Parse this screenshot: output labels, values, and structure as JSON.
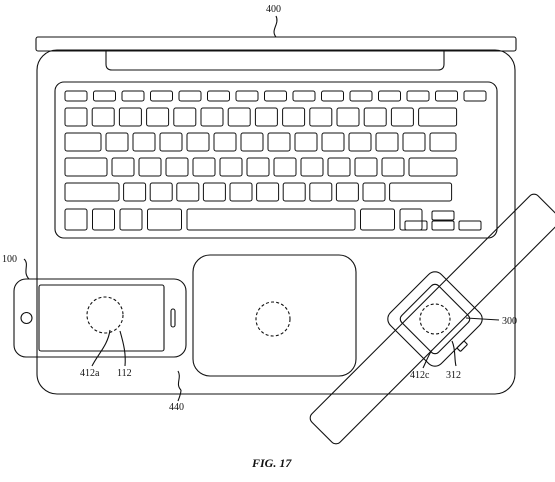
{
  "labels": {
    "laptop": "400",
    "phone": "100",
    "watch": "300",
    "phone_coil": "412a",
    "phone_region": "112",
    "watch_coil": "412c",
    "watch_region": "312",
    "deck": "440"
  },
  "caption": "FIG. 17",
  "colors": {
    "line": "#111111",
    "background": "#ffffff"
  }
}
